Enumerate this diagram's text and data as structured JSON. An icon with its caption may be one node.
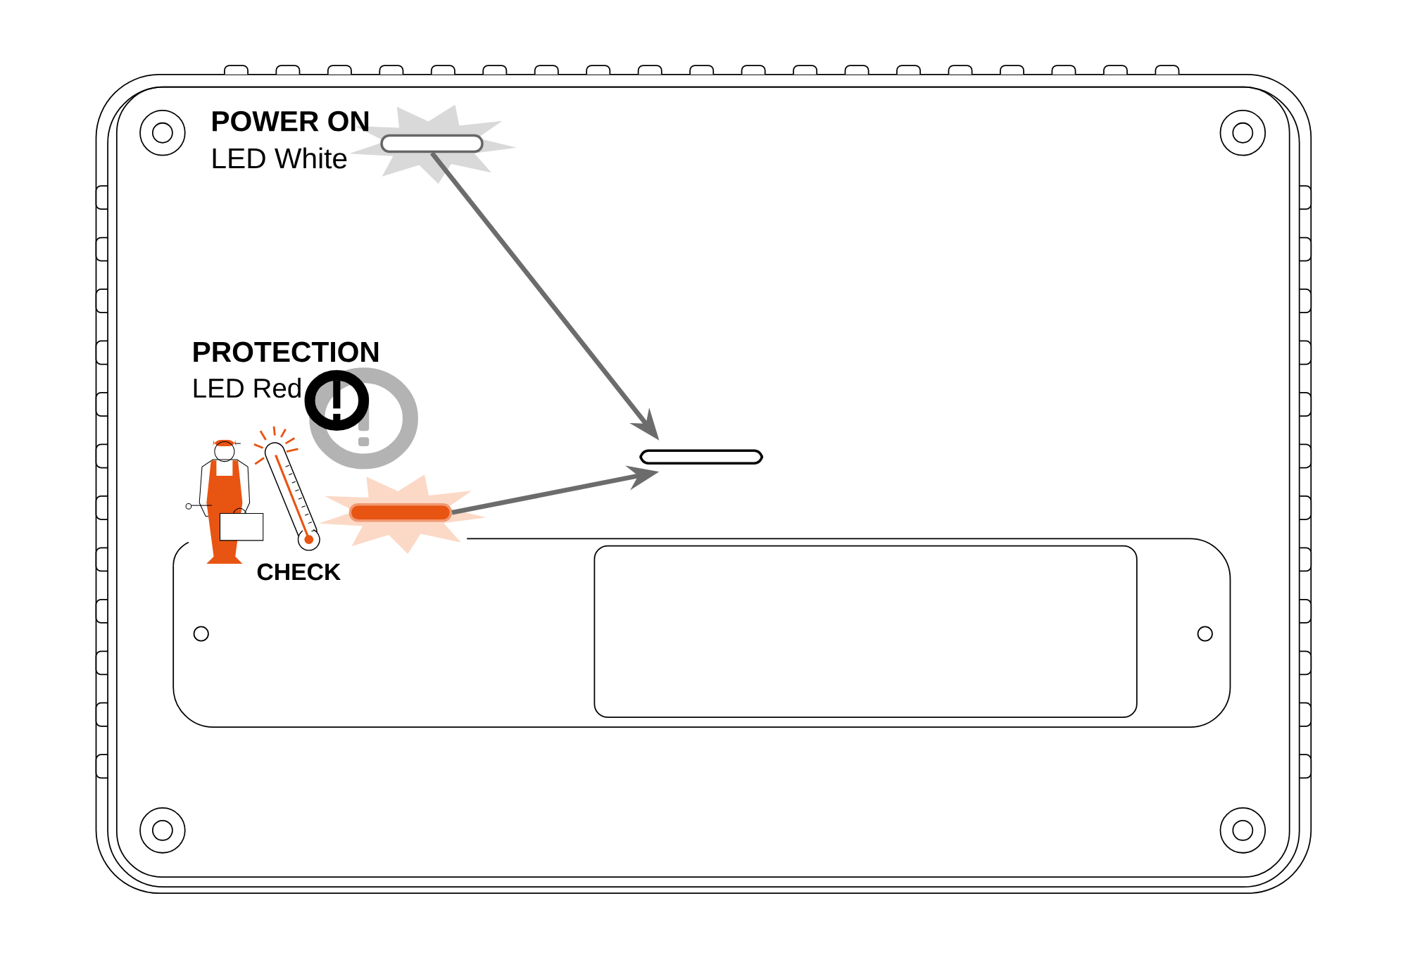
{
  "diagram": {
    "nodes": [
      {
        "text": [],
        "shape": "bar"
      },
      {
        "text": [],
        "shape": "bar"
      },
      {
        "text": [],
        "shape": "bar"
      }
    ],
    "edges": [
      {
        "from": 0,
        "to": 1,
        "arrow": "to"
      },
      {
        "from": 2,
        "to": 1,
        "arrow": "to"
      }
    ],
    "labels": [
      "POWER ON",
      "LED White",
      "PROTECTION",
      "LED Red",
      "CHECK"
    ]
  }
}
